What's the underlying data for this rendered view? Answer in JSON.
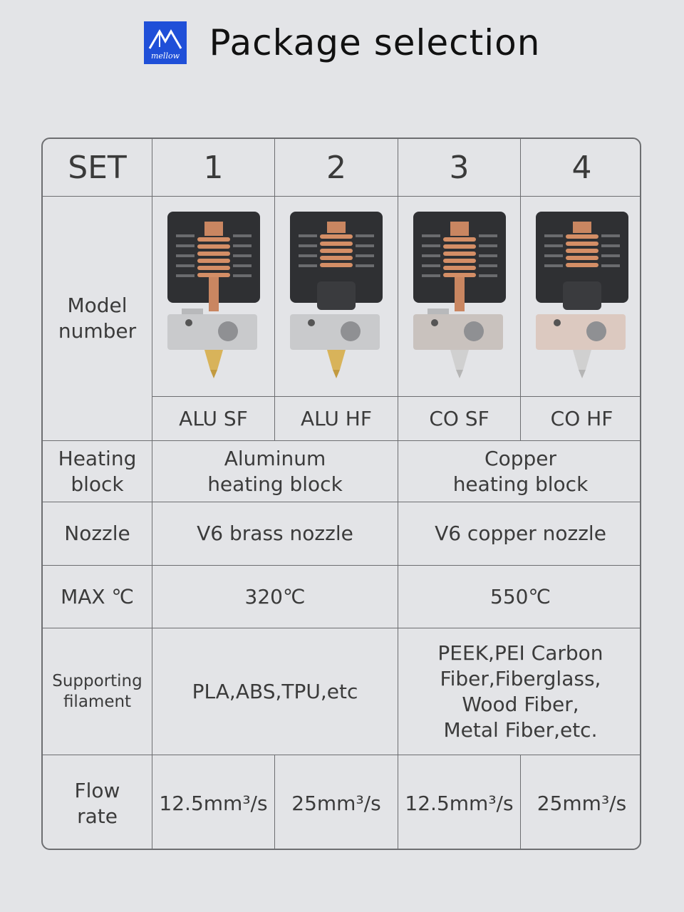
{
  "header": {
    "logo_text": "mellow",
    "title": "Package selection"
  },
  "table": {
    "set_label": "SET",
    "sets": [
      "1",
      "2",
      "3",
      "4"
    ],
    "model_label": "Model number",
    "models": [
      "ALU SF",
      "ALU HF",
      "CO SF",
      "CO HF"
    ],
    "heating_label": "Heating block",
    "heating_values": [
      "Aluminum heating block",
      "Copper heating block"
    ],
    "nozzle_label": "Nozzle",
    "nozzle_values": [
      "V6 brass nozzle",
      "V6 copper nozzle"
    ],
    "max_label": "MAX ℃",
    "max_values": [
      "320℃",
      "550℃"
    ],
    "filament_label": "Supporting filament",
    "filament_values": [
      "PLA,ABS,TPU,etc",
      "PEEK,PEI Carbon Fiber,Fiberglass, Wood Fiber, Metal Fiber,etc."
    ],
    "flow_label": "Flow rate",
    "flow_values": [
      "12.5mm³/s",
      "25mm³/s",
      "12.5mm³/s",
      "25mm³/s"
    ]
  },
  "images": [
    {
      "alt": "hotend-alu-sf",
      "block_color": "#c9cacc",
      "nozzle_color": "#d8b35a",
      "heatbreak": "long"
    },
    {
      "alt": "hotend-alu-hf",
      "block_color": "#c9cacc",
      "nozzle_color": "#d8b35a",
      "heatbreak": "short"
    },
    {
      "alt": "hotend-co-sf",
      "block_color": "#c9c2be",
      "nozzle_color": "#d0d0d0",
      "heatbreak": "long"
    },
    {
      "alt": "hotend-co-hf",
      "block_color": "#dcc9c0",
      "nozzle_color": "#d0d0d0",
      "heatbreak": "short"
    }
  ]
}
